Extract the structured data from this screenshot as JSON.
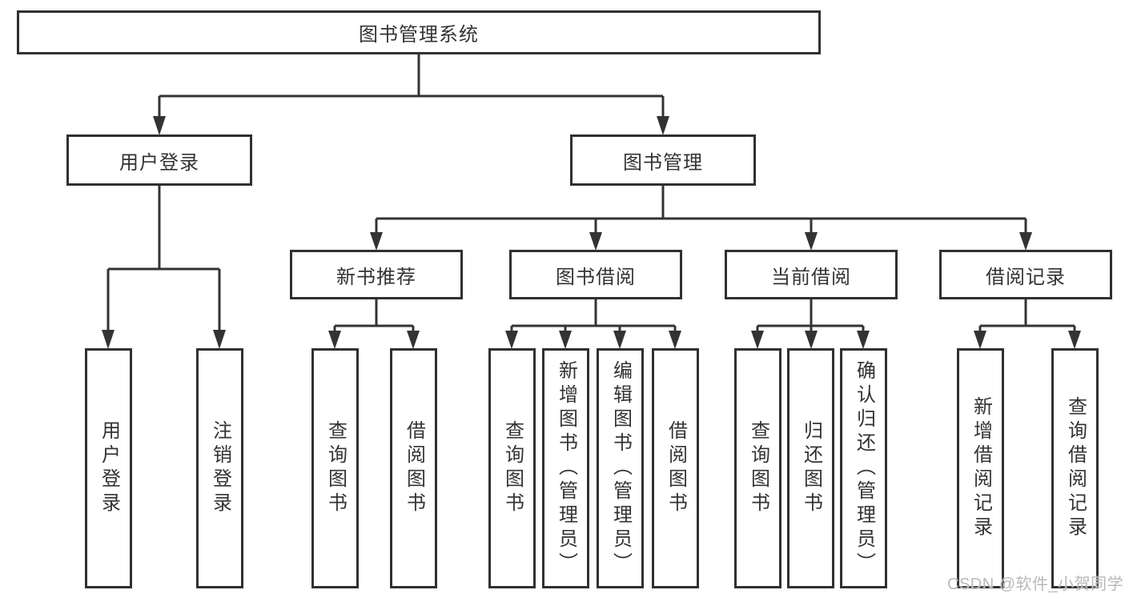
{
  "diagram": {
    "root": {
      "label": "图书管理系统"
    },
    "level2": [
      {
        "label": "用户登录"
      },
      {
        "label": "图书管理"
      }
    ],
    "level3": [
      {
        "label": "新书推荐"
      },
      {
        "label": "图书借阅"
      },
      {
        "label": "当前借阅"
      },
      {
        "label": "借阅记录"
      }
    ],
    "leaves": {
      "userLogin": [
        {
          "label": "用户登录"
        },
        {
          "label": "注销登录"
        }
      ],
      "newBooks": [
        {
          "label": "查询图书"
        },
        {
          "label": "借阅图书"
        }
      ],
      "bookBorrow": [
        {
          "label": "查询图书"
        },
        {
          "label": "新增图书（管理员）"
        },
        {
          "label": "编辑图书（管理员）"
        },
        {
          "label": "借阅图书"
        }
      ],
      "currentBorrow": [
        {
          "label": "查询图书"
        },
        {
          "label": "归还图书"
        },
        {
          "label": "确认归还（管理员）"
        }
      ],
      "borrowRecords": [
        {
          "label": "新增借阅记录"
        },
        {
          "label": "查询借阅记录"
        }
      ]
    }
  },
  "watermark": {
    "text": "CSDN @软件_小贺同学"
  },
  "colors": {
    "line": "#333333",
    "border": "#303030",
    "text": "#333333",
    "box_bg": "#ffffff",
    "watermark": "#b9b9b9"
  }
}
